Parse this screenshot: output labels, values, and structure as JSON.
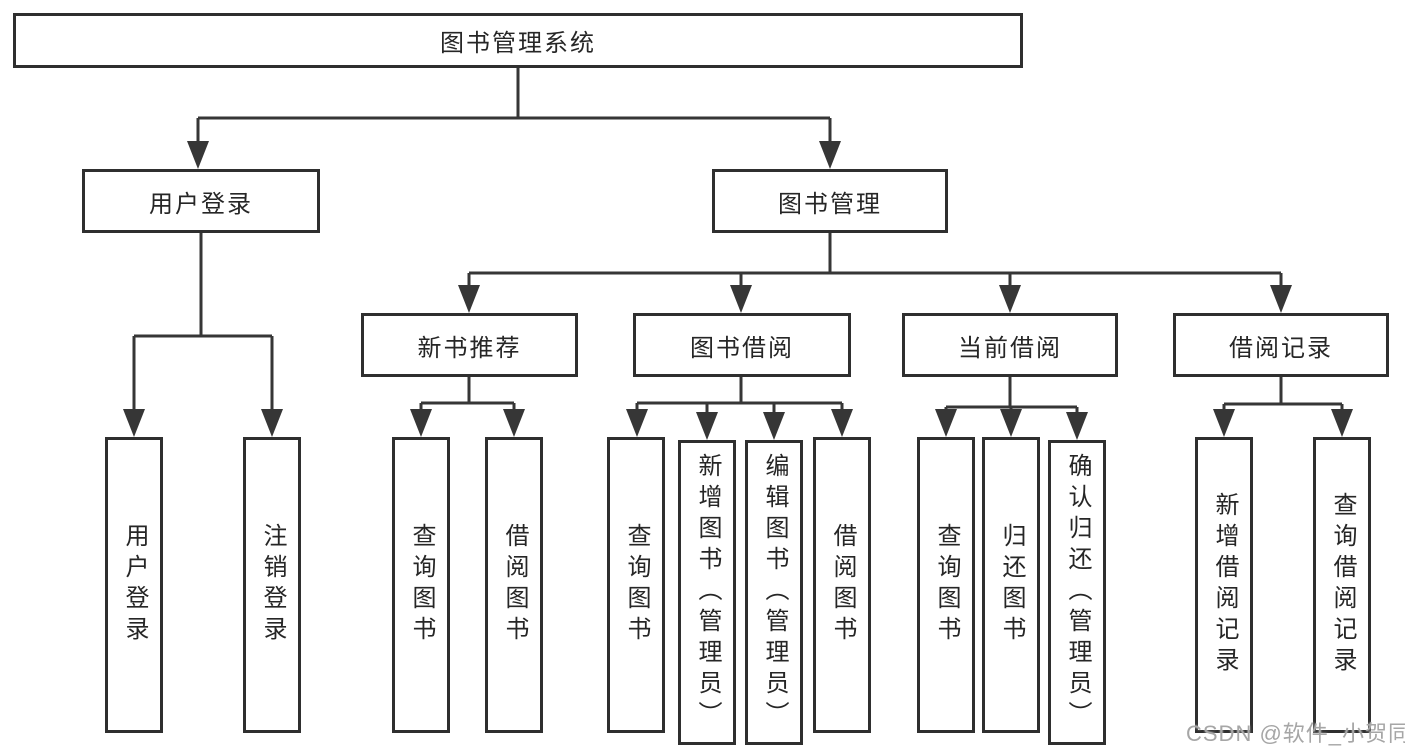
{
  "diagram": {
    "title_node": {
      "label": "图书管理系统"
    },
    "level2": [
      {
        "id": "user-login",
        "label": "用户登录"
      },
      {
        "id": "book-management",
        "label": "图书管理"
      }
    ],
    "level3": [
      {
        "id": "new-book-recommend",
        "label": "新书推荐"
      },
      {
        "id": "book-borrow",
        "label": "图书借阅"
      },
      {
        "id": "current-borrow",
        "label": "当前借阅"
      },
      {
        "id": "borrow-records",
        "label": "借阅记录"
      }
    ],
    "leaves": [
      {
        "id": "user-login-leaf",
        "parent": "user-login",
        "label": "用户登录"
      },
      {
        "id": "logout",
        "parent": "user-login",
        "label": "注销登录"
      },
      {
        "id": "recommend-query-books",
        "parent": "new-book-recommend",
        "label": "查询图书"
      },
      {
        "id": "recommend-borrow-books",
        "parent": "new-book-recommend",
        "label": "借阅图书"
      },
      {
        "id": "borrow-query-books",
        "parent": "book-borrow",
        "label": "查询图书"
      },
      {
        "id": "add-books-admin",
        "parent": "book-borrow",
        "label": "新增图书（管理员）"
      },
      {
        "id": "edit-books-admin",
        "parent": "book-borrow",
        "label": "编辑图书（管理员）"
      },
      {
        "id": "borrow-books",
        "parent": "book-borrow",
        "label": "借阅图书"
      },
      {
        "id": "current-query-books",
        "parent": "current-borrow",
        "label": "查询图书"
      },
      {
        "id": "return-books",
        "parent": "current-borrow",
        "label": "归还图书"
      },
      {
        "id": "confirm-return-admin",
        "parent": "current-borrow",
        "label": "确认归还（管理员）"
      },
      {
        "id": "add-borrow-record",
        "parent": "borrow-records",
        "label": "新增借阅记录"
      },
      {
        "id": "query-borrow-record",
        "parent": "borrow-records",
        "label": "查询借阅记录"
      }
    ],
    "watermark": "CSDN @软件_小贺同学",
    "colors": {
      "line": "#363636",
      "box_border": "#2f2f2f",
      "text": "#262626",
      "watermark": "#a6a6a6",
      "background": "#ffffff"
    }
  }
}
